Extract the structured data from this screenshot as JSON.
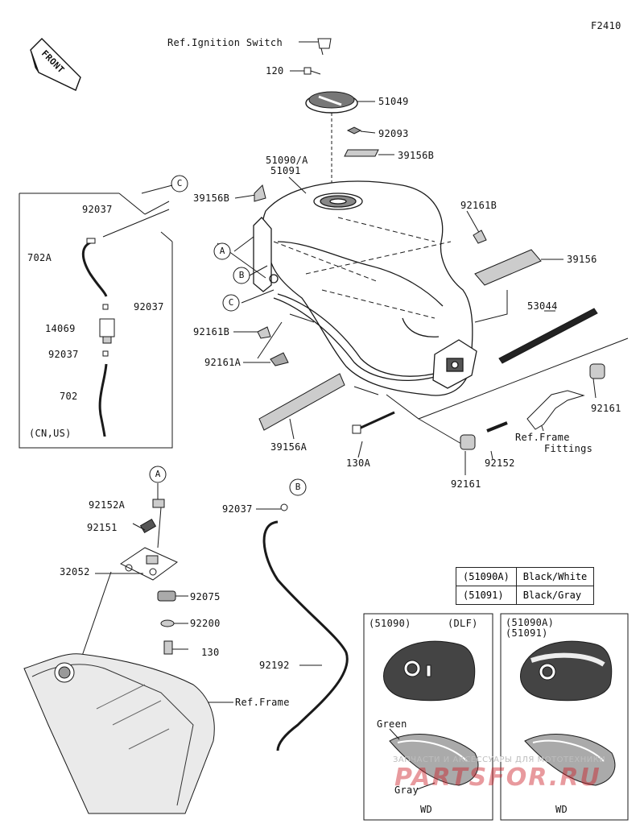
{
  "diagram_code": "F2410",
  "front_label": "FRONT",
  "labels": {
    "ref_ignition_switch": "Ref.Ignition Switch",
    "p120": "120",
    "p51049": "51049",
    "p92093": "92093",
    "p39156B_top": "39156B",
    "p51090A": "51090/A",
    "p51091": "51091",
    "p39156B_left": "39156B",
    "p92161B_right": "92161B",
    "p39156": "39156",
    "p53044": "53044",
    "p92161B_left": "92161B",
    "p92161A": "92161A",
    "p92161_right": "92161",
    "ref_frame_fittings_1": "Ref.Frame",
    "ref_frame_fittings_2": "Fittings",
    "p92152": "92152",
    "p92161_bottom": "92161",
    "p130A": "130A",
    "p39156A": "39156A",
    "inset_92037_top": "92037",
    "inset_702A": "702A",
    "inset_92037_mid": "92037",
    "inset_14069": "14069",
    "inset_92037_low": "92037",
    "inset_702": "702",
    "inset_cn_us": "(CN,US)",
    "p92152A": "92152A",
    "p92151": "92151",
    "p32052": "32052",
    "p92075": "92075",
    "p92200": "92200",
    "p130": "130",
    "ref_frame": "Ref.Frame",
    "p92037_b": "92037",
    "p92192": "92192"
  },
  "callouts": {
    "A": "A",
    "B": "B",
    "C": "C"
  },
  "color_table": [
    {
      "code": "(51090A)",
      "color": "Black/White"
    },
    {
      "code": "(51091)",
      "color": "Black/Gray"
    }
  ],
  "variant_left": {
    "code": "(51090)",
    "tag": "(DLF)",
    "green": "Green",
    "gray": "Gray",
    "wd": "WD"
  },
  "variant_right": {
    "code1": "(51090A)",
    "code2": "(51091)",
    "wd": "WD"
  },
  "watermark": {
    "line1": "ЗАПЧАСТИ И АКСЕССУАРЫ ДЛЯ МОТОТЕХНИКИ",
    "line2": "PARTSFOR.RU"
  }
}
